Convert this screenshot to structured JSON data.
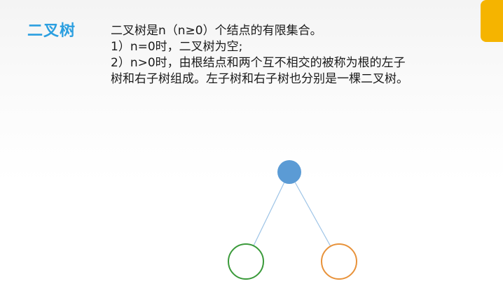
{
  "slide": {
    "title": "二叉树",
    "definition_lines": [
      "二叉树是n（n≥0）个结点的有限集合。",
      "1）n=0时，二叉树为空;",
      "2）n>0时，由根结点和两个互不相交的被称为根的左子",
      "树和右子树组成。左子树和右子树也分别是一棵二叉树。"
    ]
  },
  "diagram": {
    "nodes": [
      {
        "id": "root",
        "style": "filled",
        "color": "#5b9bd5"
      },
      {
        "id": "left-child",
        "style": "outline",
        "color": "#3a9a3a"
      },
      {
        "id": "right-child",
        "style": "outline",
        "color": "#e8923a"
      }
    ],
    "edges": [
      {
        "from": "root",
        "to": "left-child",
        "color": "#9cc3e6"
      },
      {
        "from": "root",
        "to": "right-child",
        "color": "#9cc3e6"
      }
    ]
  },
  "accent_color": "#f5b400"
}
